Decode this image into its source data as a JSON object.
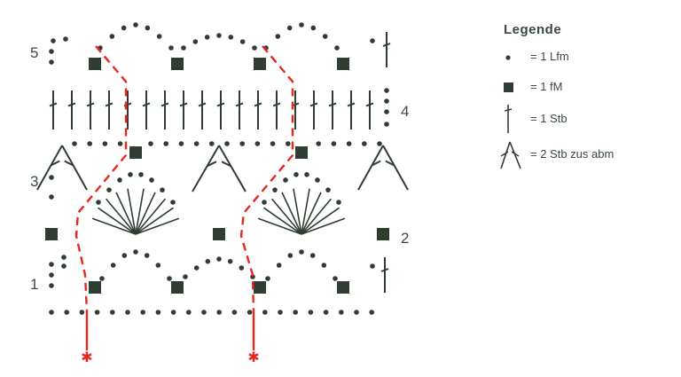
{
  "row_labels": {
    "r1": "1",
    "r2": "2",
    "r3": "3",
    "r4": "4",
    "r5": "5"
  },
  "legend": {
    "title": "Legende",
    "items": [
      {
        "symbol": "dot-icon",
        "text": "= 1 Lfm"
      },
      {
        "symbol": "square-icon",
        "text": "= 1 fM"
      },
      {
        "symbol": "stitch-icon",
        "text": "= 1 Stb"
      },
      {
        "symbol": "cluster-icon",
        "text": "= 2 Stb zus abm"
      }
    ]
  },
  "colors": {
    "symbol": "#2f3d33",
    "repeat_line": "#e8281f"
  }
}
